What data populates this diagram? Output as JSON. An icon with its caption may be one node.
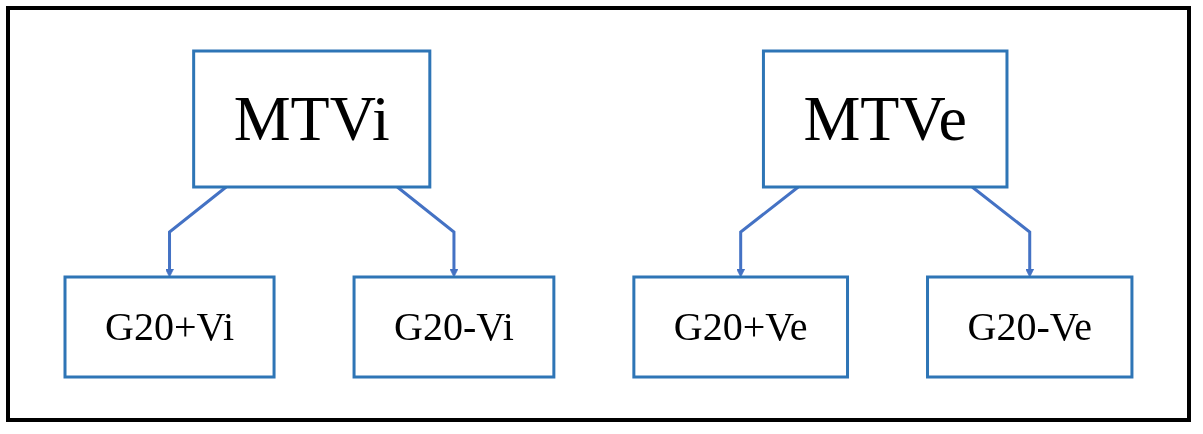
{
  "diagram": {
    "nodes": [
      {
        "text": [
          "MTVi"
        ]
      },
      {
        "text": [
          "MTVe"
        ]
      },
      {
        "text": [
          "G20+Vi"
        ]
      },
      {
        "text": [
          "G20-Vi"
        ]
      },
      {
        "text": [
          "G20+Ve"
        ]
      },
      {
        "text": [
          "G20-Ve"
        ]
      }
    ],
    "edges": [
      {
        "from": 0,
        "to": 2,
        "arrow": "to"
      },
      {
        "from": 0,
        "to": 3,
        "arrow": "to"
      },
      {
        "from": 1,
        "to": 4,
        "arrow": "to"
      },
      {
        "from": 1,
        "to": 5,
        "arrow": "to"
      }
    ]
  }
}
